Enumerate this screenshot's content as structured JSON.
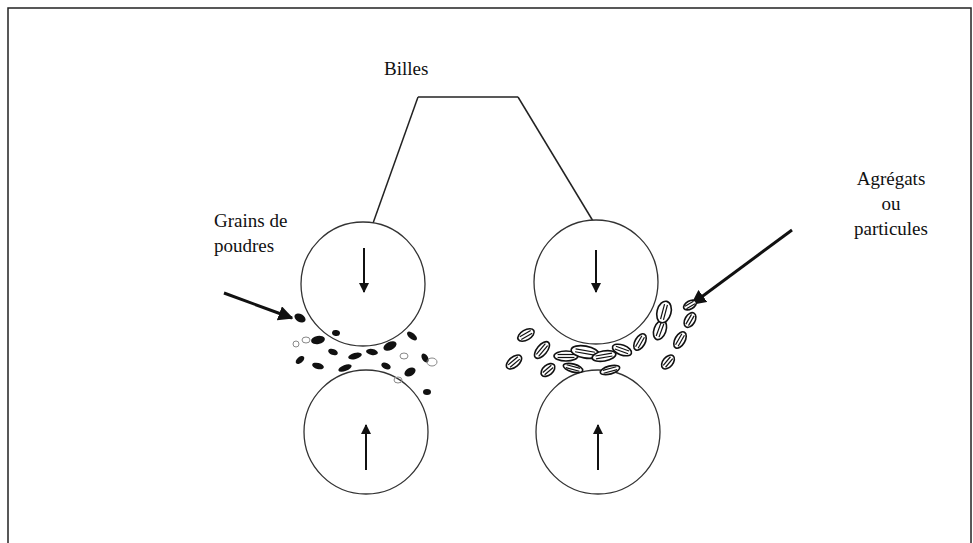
{
  "diagram": {
    "labels": [
      "Billes",
      "Grains de poudres",
      "Agrégats ou particules"
    ]
  }
}
